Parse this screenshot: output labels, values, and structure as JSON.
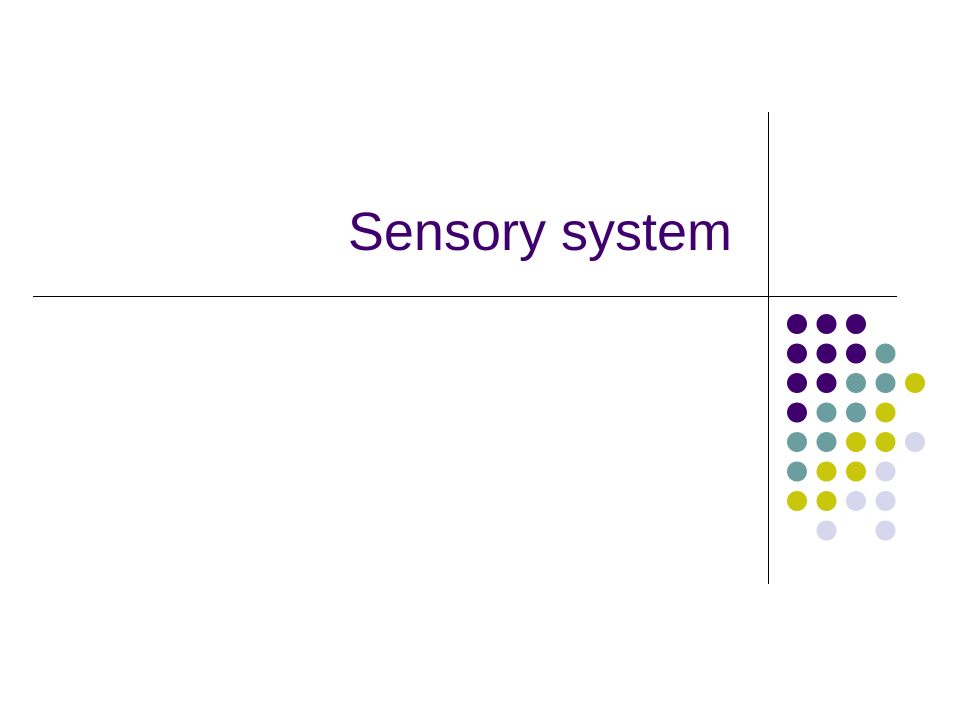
{
  "slide": {
    "title": "Sensory system",
    "title_color": "#3F006E"
  },
  "palette": {
    "purple": "#3F006E",
    "teal": "#6B9E9E",
    "yellow": "#C9C70B",
    "lavender": "#D6D6EC",
    "line": "#000000"
  },
  "dot_grid": [
    [
      "purple",
      "purple",
      "purple",
      null,
      null
    ],
    [
      "purple",
      "purple",
      "purple",
      "teal",
      null
    ],
    [
      "purple",
      "purple",
      "teal",
      "teal",
      "yellow"
    ],
    [
      "purple",
      "teal",
      "teal",
      "yellow",
      null
    ],
    [
      "teal",
      "teal",
      "yellow",
      "yellow",
      "lavender"
    ],
    [
      "teal",
      "yellow",
      "yellow",
      "lavender",
      null
    ],
    [
      "yellow",
      "yellow",
      "lavender",
      "lavender",
      null
    ],
    [
      null,
      "lavender",
      null,
      "lavender",
      null
    ]
  ]
}
